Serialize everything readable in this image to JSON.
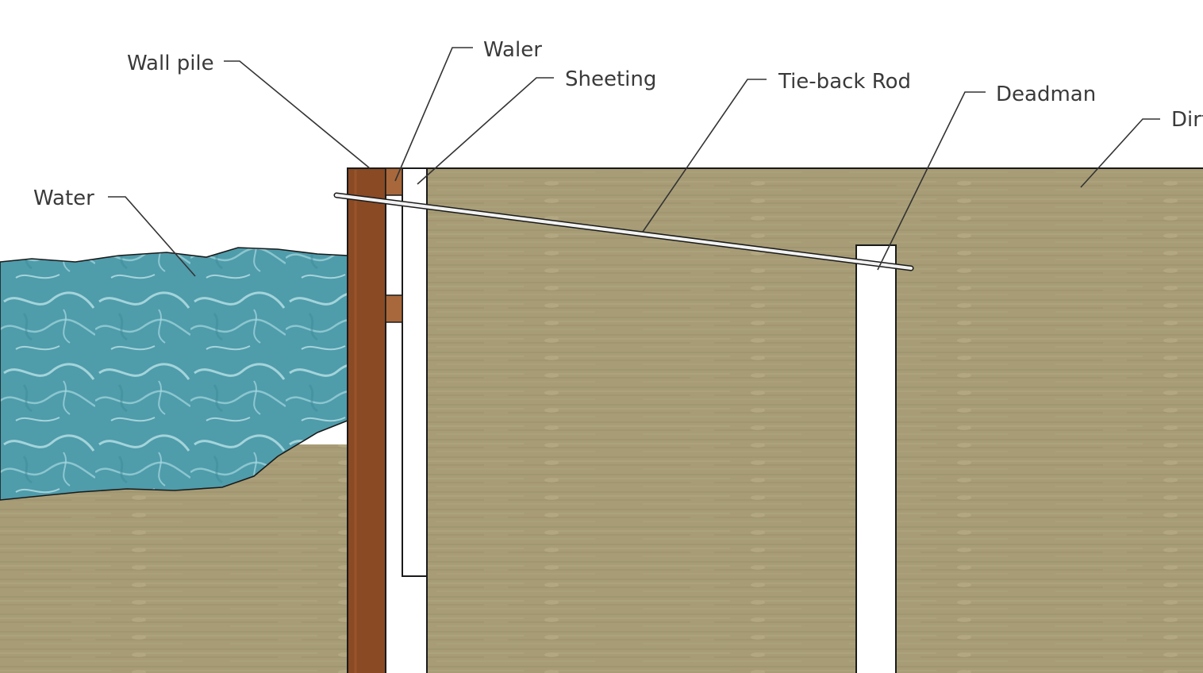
{
  "diagram": {
    "labels": {
      "wall_pile": "Wall pile",
      "waler": "Waler",
      "sheeting": "Sheeting",
      "tie_back_rod": "Tie-back Rod",
      "deadman": "Deadman",
      "dirt": "Dirt",
      "water": "Water"
    },
    "colors": {
      "soil": "#a79c75",
      "soil_grain": "#8d8260",
      "water": "#4f9cab",
      "water_light": "#b8e2e6",
      "wall_pile": "#8a4a24",
      "waler": "#a8683c",
      "sheeting": "#ffffff",
      "outline": "#1a1a1a"
    }
  }
}
